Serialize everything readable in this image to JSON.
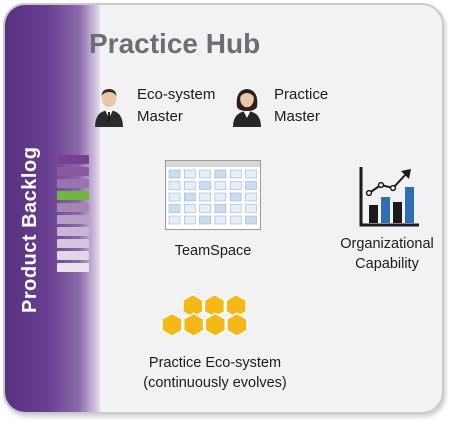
{
  "header": {
    "title": "Practice Hub"
  },
  "sidebar": {
    "label": "Product Backlog",
    "stack_colors": [
      "#7a3f92",
      "#8a5aa0",
      "#9a73ae",
      "#71b542",
      "#a385b6",
      "#b7a0c6",
      "#c7b6d4",
      "#d4c7dd",
      "#dfd6e6",
      "#e9e3ee"
    ]
  },
  "roles": [
    {
      "name_line1": "Eco-system",
      "name_line2": "Master",
      "icon": "male-avatar-icon"
    },
    {
      "name_line1": "Practice",
      "name_line2": "Master",
      "icon": "female-avatar-icon"
    }
  ],
  "teamspace": {
    "label": "TeamSpace",
    "icon": "kanban-board-icon"
  },
  "capability": {
    "label_line1": "Organizational",
    "label_line2": "Capability",
    "icon": "growth-chart-icon"
  },
  "ecosystem": {
    "label_line1": "Practice Eco-system",
    "label_line2": "(continuously evolves)",
    "icon": "honeycomb-icon"
  },
  "colors": {
    "accent": "#5a3184",
    "hex": "#f6b817",
    "chart_blue": "#2f6db5"
  }
}
